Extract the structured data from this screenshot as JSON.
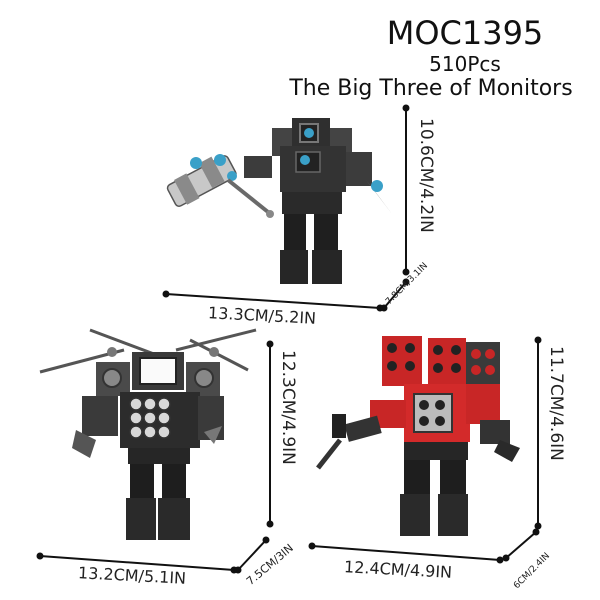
{
  "header": {
    "model": "MOC1395",
    "pieces": "510Pcs",
    "subtitle": "The Big Three of Monitors"
  },
  "figures": [
    {
      "name": "top-figure",
      "height": "10.6CM/4.2IN",
      "width": "13.3CM/5.2IN",
      "depth": "7.8CM/3.1IN"
    },
    {
      "name": "left-figure",
      "height": "12.3CM/4.9IN",
      "width": "13.2CM/5.1IN",
      "depth": "7.5CM/3IN"
    },
    {
      "name": "right-figure",
      "height": "11.7CM/4.6IN",
      "width": "12.4CM/4.9IN",
      "depth": "6CM/2.4IN"
    }
  ],
  "colors": {
    "dark_grey": "#3a3a3a",
    "black": "#1e1e1e",
    "light_grey": "#8c8c8c",
    "red": "#d32a2a",
    "blue_accent": "#3aa0c8"
  }
}
